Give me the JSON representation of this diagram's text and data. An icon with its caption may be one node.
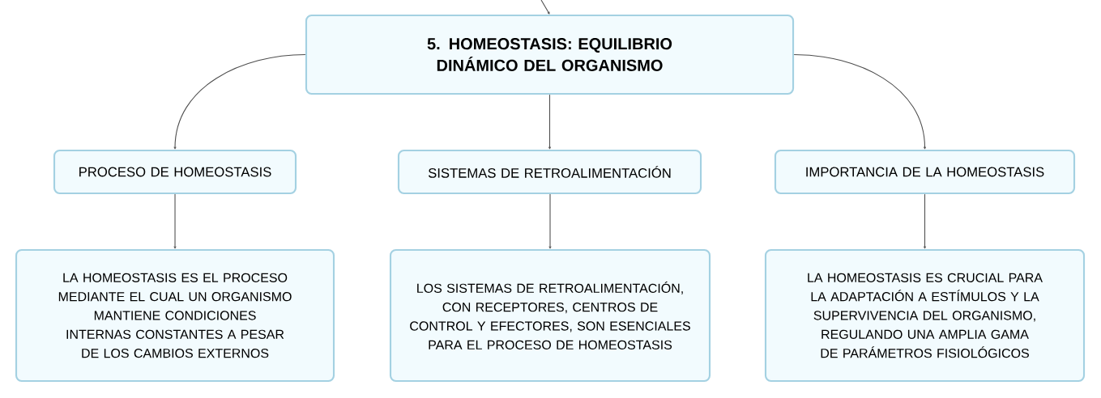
{
  "diagram": {
    "nodes": [
      {
        "text": [
          "5. HOMEOSTASIS: EQUILIBRIO DINÁMICO DEL ORGANISMO"
        ]
      },
      {
        "text": [
          "PROCESO DE HOMEOSTASIS"
        ]
      },
      {
        "text": [
          "SISTEMAS DE RETROALIMENTACIÓN"
        ]
      },
      {
        "text": [
          "IMPORTANCIA DE LA HOMEOSTASIS"
        ]
      },
      {
        "text": [
          "LA HOMEOSTASIS ES EL PROCESO MEDIANTE EL CUAL UN ORGANISMO MANTIENE CONDICIONES INTERNAS CONSTANTES A PESAR DE LOS CAMBIOS EXTERNOS"
        ]
      },
      {
        "text": [
          "LOS SISTEMAS DE RETROALIMENTACIÓN, CON RECEPTORES, CENTROS DE CONTROL Y EFECTORES, SON ESENCIALES PARA EL PROCESO DE HOMEOSTASIS"
        ]
      },
      {
        "text": [
          "LA HOMEOSTASIS ES CRUCIAL PARA LA ADAPTACIÓN A ESTÍMULOS Y LA SUPERVIVENCIA DEL ORGANISMO, REGULANDO UNA AMPLIA GAMA DE PARÁMETROS FISIOLÓGICOS"
        ]
      }
    ],
    "edges": [
      {
        "from": null,
        "to": 0,
        "arrow": "to"
      },
      {
        "from": 0,
        "to": 1,
        "arrow": "to"
      },
      {
        "from": 0,
        "to": 2,
        "arrow": "to"
      },
      {
        "from": 0,
        "to": 3,
        "arrow": "to"
      },
      {
        "from": 1,
        "to": 4,
        "arrow": "to"
      },
      {
        "from": 2,
        "to": 5,
        "arrow": "to"
      },
      {
        "from": 3,
        "to": 6,
        "arrow": "to"
      }
    ]
  }
}
